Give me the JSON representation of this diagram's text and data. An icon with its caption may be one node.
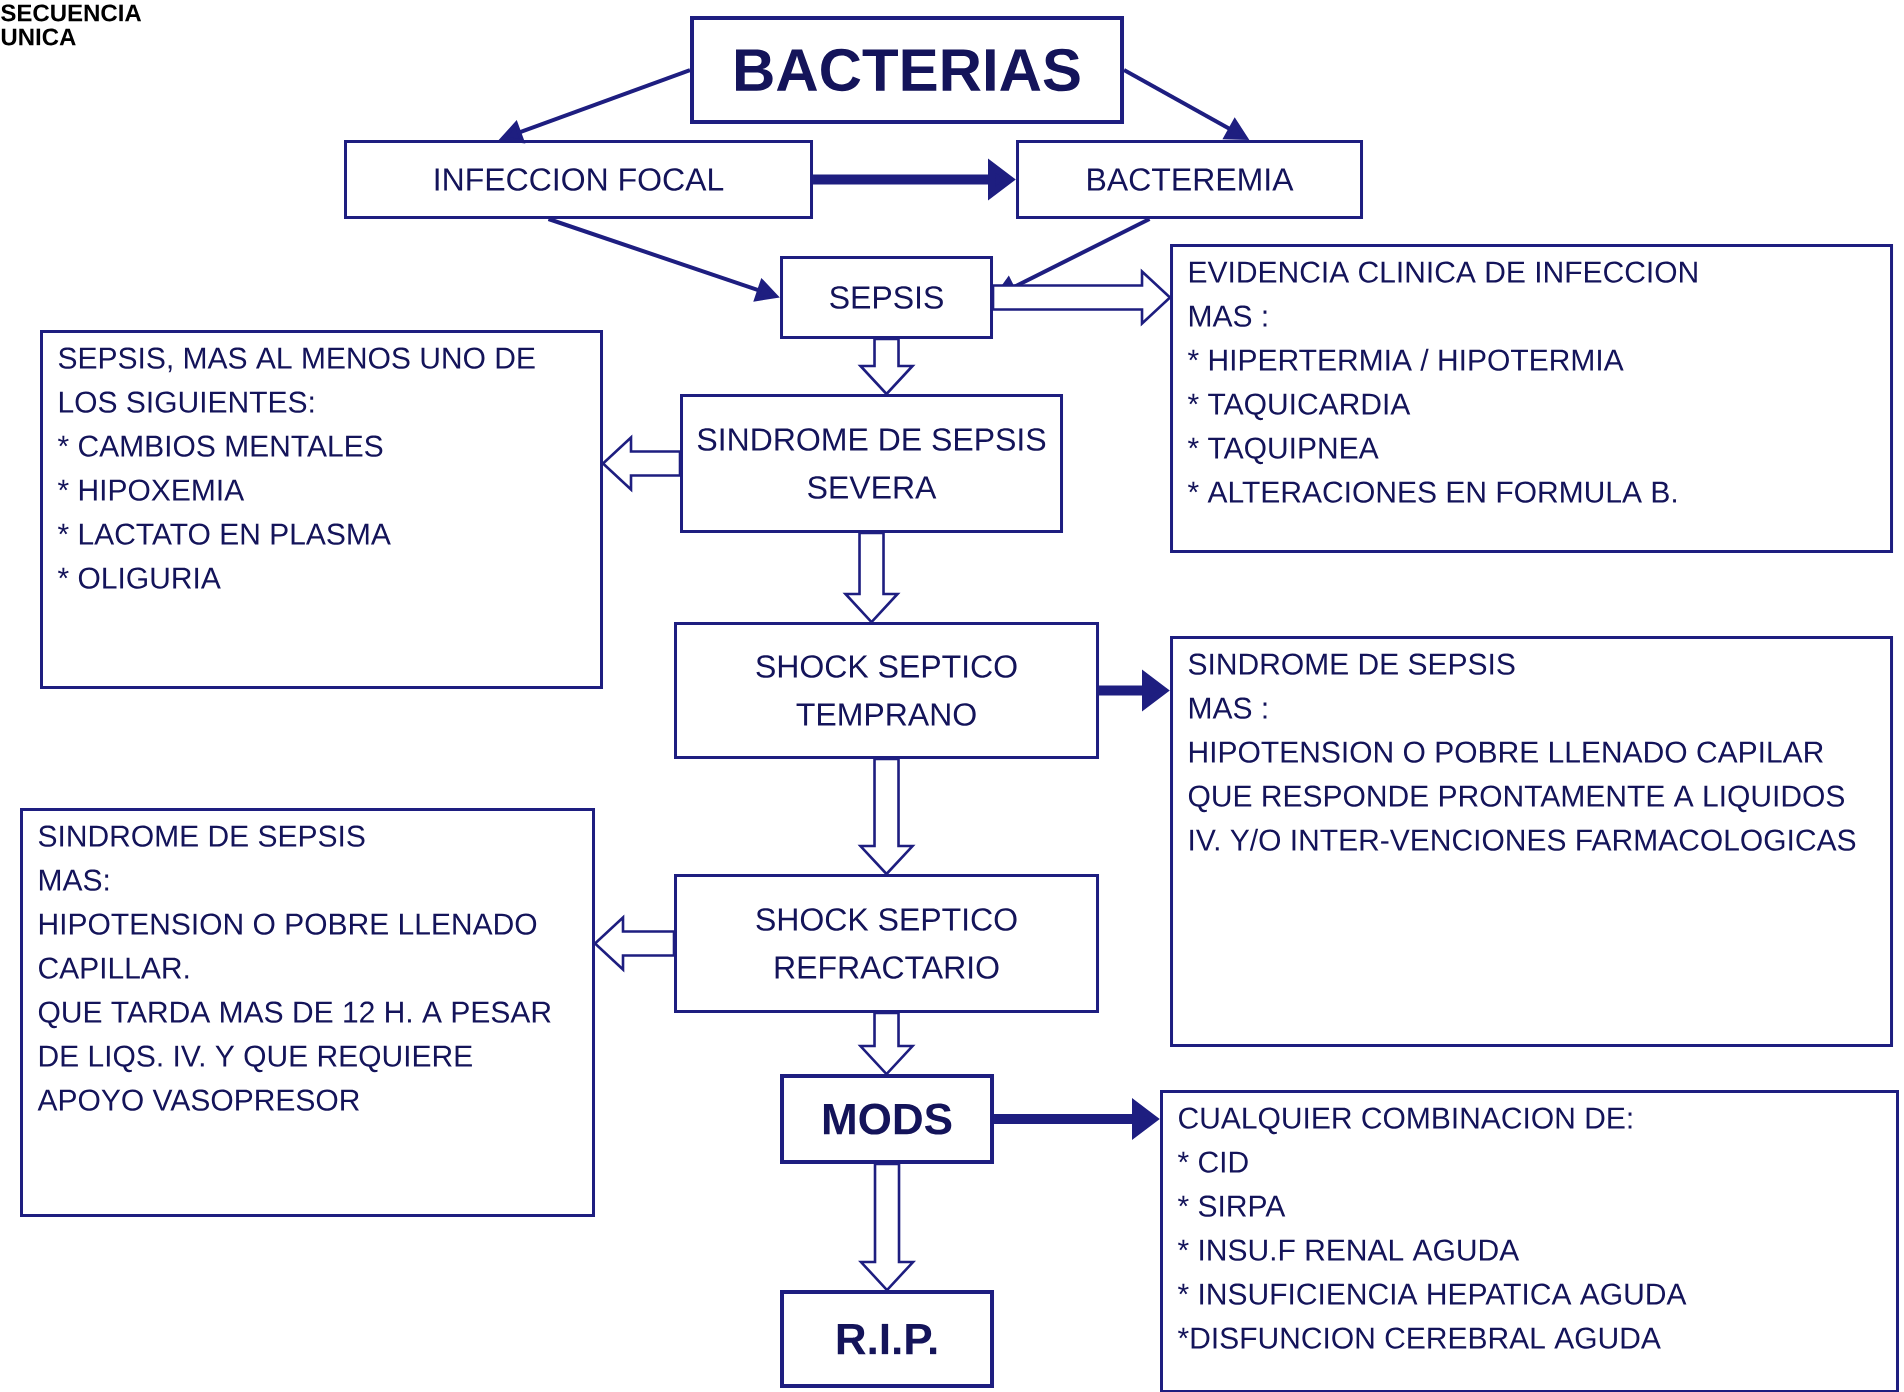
{
  "diagram": {
    "title": "SECUENCIA UNICA",
    "nodes": [
      {
        "text": [
          "BACTERIAS"
        ]
      },
      {
        "text": [
          "INFECCION FOCAL"
        ]
      },
      {
        "text": [
          "BACTEREMIA"
        ]
      },
      {
        "text": [
          "SEPSIS"
        ]
      },
      {
        "text": [
          "EVIDENCIA CLINICA DE INFECCION",
          "MAS :",
          "* HIPERTERMIA / HIPOTERMIA",
          "* TAQUICARDIA",
          "* TAQUIPNEA",
          "* ALTERACIONES EN FORMULA B."
        ]
      },
      {
        "text": [
          "SEPSIS, MAS AL MENOS UNO DE LOS SIGUIENTES:",
          "* CAMBIOS MENTALES",
          "* HIPOXEMIA",
          "* LACTATO EN PLASMA",
          "* OLIGURIA"
        ]
      },
      {
        "text": [
          "SINDROME DE SEPSIS SEVERA"
        ]
      },
      {
        "text": [
          "SHOCK SEPTICO TEMPRANO"
        ]
      },
      {
        "text": [
          "SINDROME DE SEPSIS",
          "MAS :",
          "HIPOTENSION O POBRE LLENADO CAPILAR QUE RESPONDE PRONTAMENTE A LIQUIDOS IV. Y/O INTER-VENCIONES FARMACOLOGICAS"
        ]
      },
      {
        "text": [
          "SINDROME DE SEPSIS",
          "MAS:",
          "HIPOTENSION O POBRE LLENADO CAPILLAR.",
          "QUE TARDA MAS DE 12 H. A PESAR DE LIQS. IV. Y QUE REQUIERE APOYO VASOPRESOR"
        ]
      },
      {
        "text": [
          "SHOCK SEPTICO REFRACTARIO"
        ]
      },
      {
        "text": [
          "MODS"
        ]
      },
      {
        "text": [
          "CUALQUIER COMBINACION DE:",
          "* CID",
          "* SIRPA",
          "* INSU.F RENAL AGUDA",
          "* INSUFICIENCIA HEPATICA AGUDA",
          "*DISFUNCION CEREBRAL AGUDA"
        ]
      },
      {
        "text": [
          "R.I.P."
        ]
      }
    ],
    "edges": [
      {
        "from": 0,
        "to": 1,
        "arrow": "to"
      },
      {
        "from": 0,
        "to": 2,
        "arrow": "to"
      },
      {
        "from": 1,
        "to": 2,
        "arrow": "to",
        "style": "thick"
      },
      {
        "from": 1,
        "to": 3,
        "arrow": "to"
      },
      {
        "from": 2,
        "to": 3,
        "arrow": "to"
      },
      {
        "from": 3,
        "to": 4,
        "arrow": "to"
      },
      {
        "from": 3,
        "to": 6,
        "arrow": "to"
      },
      {
        "from": 6,
        "to": 5,
        "arrow": "to"
      },
      {
        "from": 6,
        "to": 7,
        "arrow": "to"
      },
      {
        "from": 7,
        "to": 8,
        "arrow": "to",
        "style": "thick"
      },
      {
        "from": 7,
        "to": 10,
        "arrow": "to"
      },
      {
        "from": 10,
        "to": 9,
        "arrow": "to"
      },
      {
        "from": 10,
        "to": 11,
        "arrow": "to"
      },
      {
        "from": 11,
        "to": 12,
        "arrow": "to",
        "style": "thick"
      },
      {
        "from": 11,
        "to": 13,
        "arrow": "to"
      }
    ]
  }
}
